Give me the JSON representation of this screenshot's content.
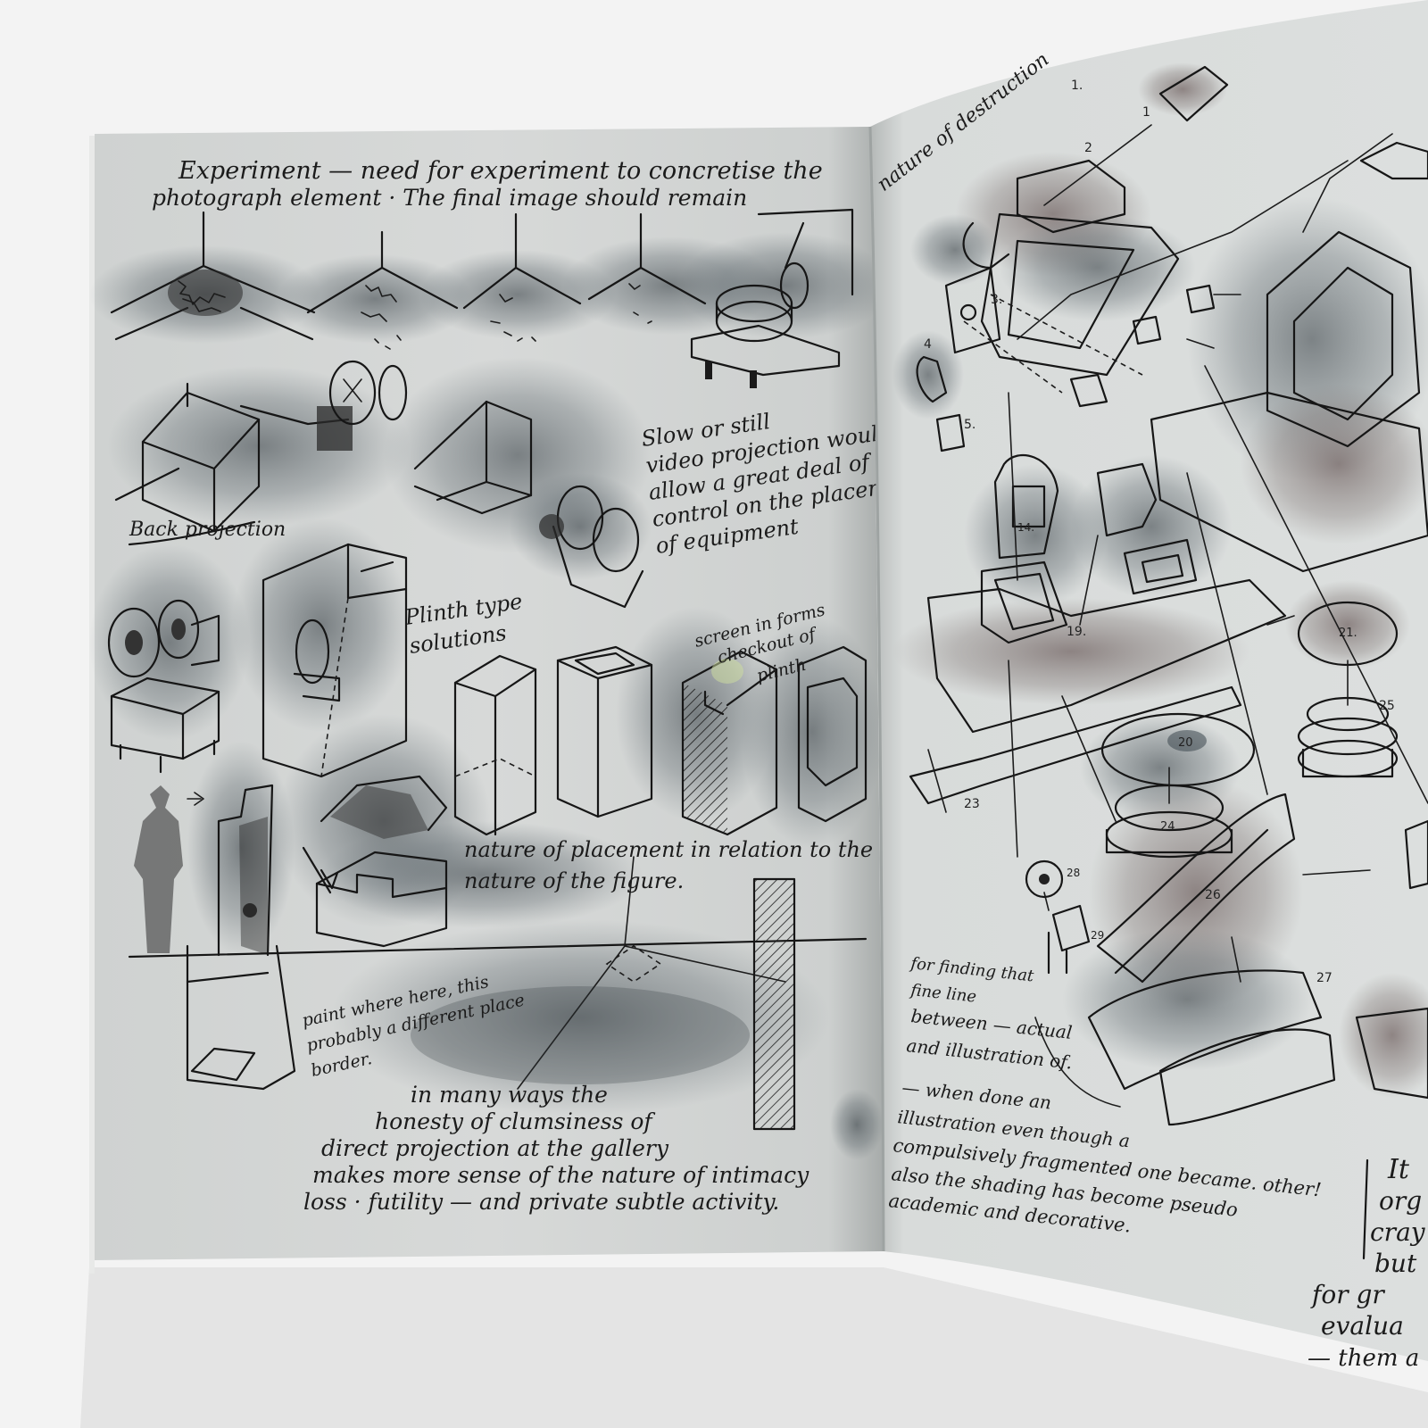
{
  "left_page": {
    "top_note_line1": "Experiment — need for experiment to concretise the",
    "top_note_line2": "photograph element · The final image should remain",
    "back_projection_label": "Back projection",
    "video_note_lines": [
      "Slow or still",
      "video projection would",
      "allow a great deal of",
      "control on the placement",
      "of equipment"
    ],
    "plinth_note_lines": [
      "Plinth type",
      "solutions"
    ],
    "screen_note_lines": [
      "screen in forms",
      "checkout of",
      "plinth"
    ],
    "placement_note_lines": [
      "nature of placement in relation to the",
      "nature of the figure."
    ],
    "corner_note_lines": [
      "paint where here, this",
      "probably a different place",
      "border."
    ],
    "bottom_note_lines": [
      "in many ways the",
      "honesty of clumsiness of",
      "direct projection at the gallery",
      "makes more sense of the nature of intimacy",
      "loss · futility — and private subtle activity."
    ]
  },
  "right_page": {
    "title": "nature of destruction",
    "part_numbers": [
      "1.",
      "1",
      "2",
      "3.",
      "4",
      "5.",
      "14.",
      "19.",
      "21.",
      "20",
      "23",
      "24",
      "25",
      "26",
      "27",
      "28",
      "29"
    ],
    "note_a_lines": [
      "for finding that",
      "fine line",
      "between — actual",
      "and illustration of.",
      "— when done an",
      "illustration even though a",
      "compulsively fragmented one became. other!",
      "also the shading has become pseudo",
      "academic and decorative."
    ],
    "note_b_lines": [
      "It",
      "org",
      "cray",
      "but",
      "for gr",
      "evalua",
      "— them a"
    ]
  }
}
